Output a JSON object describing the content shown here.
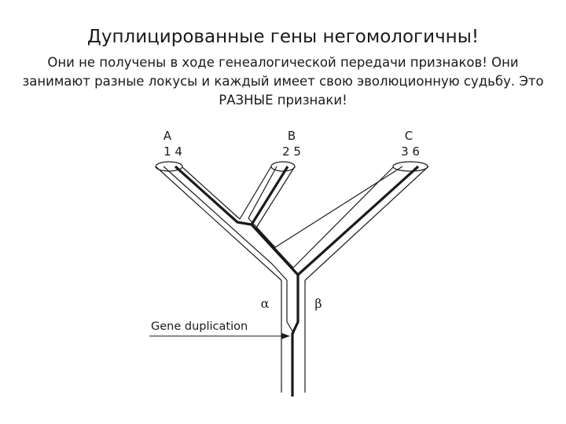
{
  "slide": {
    "title": "Дуплицированные гены негомологичны!",
    "subtitle": "Они не получены в ходе генеалогической передачи признаков! Они занимают разные локусы и каждый имеет свою эволюционную судьбу. Это РАЗНЫЕ признаки!"
  },
  "diagram": {
    "species": [
      {
        "name": "A",
        "numbers": "1 4"
      },
      {
        "name": "B",
        "numbers": "2 5"
      },
      {
        "name": "C",
        "numbers": "3 6"
      }
    ],
    "alpha_label": "α",
    "beta_label": "β",
    "event_label": "Gene duplication"
  }
}
